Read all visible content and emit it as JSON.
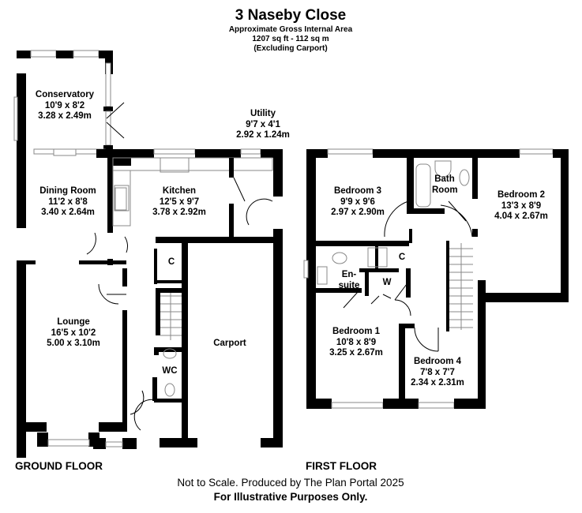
{
  "header": {
    "title": "3 Naseby Close",
    "area_label": "Approximate Gross Internal Area",
    "area_value": "1207 sq ft - 112 sq m",
    "area_note": "(Excluding Carport)"
  },
  "ground_floor": {
    "label": "GROUND FLOOR",
    "rooms": [
      {
        "name": "Conservatory",
        "imperial": "10'9 x 8'2",
        "metric": "3.28 x 2.49m"
      },
      {
        "name": "Utility",
        "imperial": "9'7 x 4'1",
        "metric": "2.92 x 1.24m"
      },
      {
        "name": "Dining Room",
        "imperial": "11'2 x 8'8",
        "metric": "3.40 x 2.64m"
      },
      {
        "name": "Kitchen",
        "imperial": "12'5 x 9'7",
        "metric": "3.78 x 2.92m"
      },
      {
        "name": "Lounge",
        "imperial": "16'5 x 10'2",
        "metric": "5.00 x 3.10m"
      },
      {
        "name": "Carport"
      },
      {
        "name": "C"
      },
      {
        "name": "WC"
      }
    ]
  },
  "first_floor": {
    "label": "FIRST FLOOR",
    "rooms": [
      {
        "name": "Bedroom 3",
        "imperial": "9'9 x 9'6",
        "metric": "2.97 x 2.90m"
      },
      {
        "name": "Bath Room"
      },
      {
        "name": "Bedroom 2",
        "imperial": "13'3 x 8'9",
        "metric": "4.04 x 2.67m"
      },
      {
        "name": "C"
      },
      {
        "name": "En-suite"
      },
      {
        "name": "W"
      },
      {
        "name": "Bedroom 1",
        "imperial": "10'8 x 8'9",
        "metric": "3.25 x 2.67m"
      },
      {
        "name": "Bedroom 4",
        "imperial": "7'8 x 7'7",
        "metric": "2.34 x 2.31m"
      }
    ]
  },
  "footer": {
    "line1": "Not to Scale. Produced by The Plan Portal 2025",
    "line2": "For Illustrative Purposes Only."
  }
}
